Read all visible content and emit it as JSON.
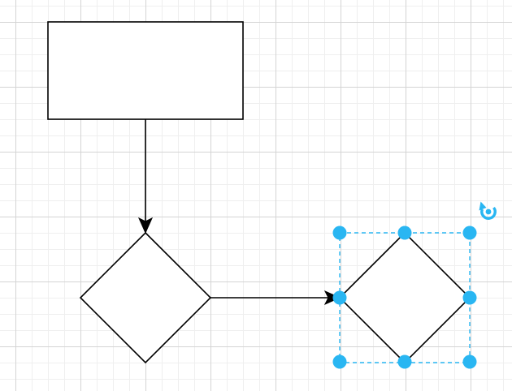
{
  "diagram": {
    "nodes": [
      {
        "id": "rect-1",
        "shape": "rectangle",
        "label": ""
      },
      {
        "id": "diamond-1",
        "shape": "diamond",
        "label": ""
      },
      {
        "id": "diamond-2",
        "shape": "diamond",
        "label": "",
        "selected": true
      }
    ],
    "edges": [
      {
        "from": "rect-1",
        "to": "diamond-1",
        "label": ""
      },
      {
        "from": "diamond-1",
        "to": "diamond-2",
        "label": ""
      }
    ]
  },
  "selection": {
    "color": "#29b6f2",
    "rotate_icon": "rotate-icon"
  },
  "colors": {
    "grid_major": "#d4d4d4",
    "grid_minor": "#efefef",
    "stroke": "#000000",
    "fill": "#ffffff"
  }
}
